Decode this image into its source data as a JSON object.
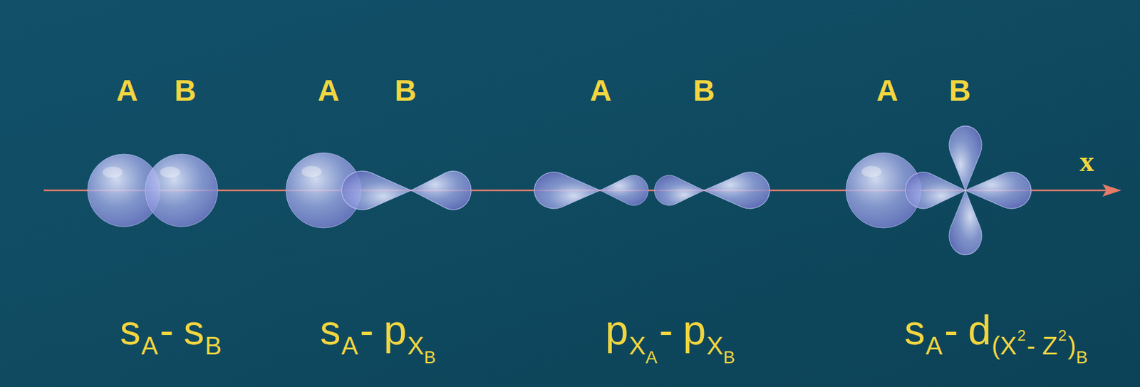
{
  "diagram": {
    "labels": [
      "A",
      "B",
      "A",
      "B",
      "A",
      "B",
      "A",
      "B",
      "x",
      "s",
      "A",
      "-",
      "s",
      "B",
      "s",
      "A",
      "-",
      "p",
      "X",
      "B",
      "p",
      "X",
      "A",
      "-",
      "p",
      "X",
      "B",
      "s",
      "A",
      "-",
      "d",
      "(X",
      "2",
      "- Z",
      "2",
      ")",
      "B"
    ]
  }
}
